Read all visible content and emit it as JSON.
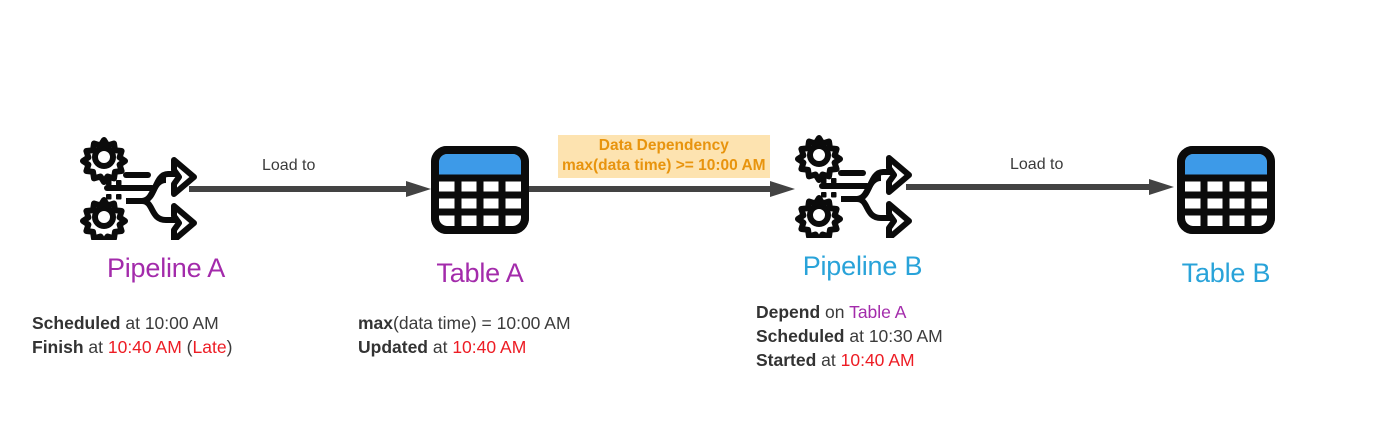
{
  "diagram": {
    "title_colors": {
      "purple": "#a32bab",
      "cyan": "#29a3d9",
      "red": "#ed1c24",
      "dark": "#3b3b3b",
      "arrow": "#434343",
      "table_header_blue": "#3d9ae8",
      "callout_bg": "#fde3b0",
      "callout_text": "#e8940e"
    },
    "nodes": [
      {
        "id": "pipeline-a",
        "icon": "pipeline-gears-arrows-icon",
        "label": "Pipeline A",
        "label_color": "purple",
        "details": [
          {
            "bold": "Scheduled",
            "rest": " at 10:00 AM"
          },
          {
            "bold": "Finish",
            "rest": " at ",
            "red": "10:40 AM",
            "tail_open": " (",
            "tail_red": "Late",
            "tail_close": ")"
          }
        ]
      },
      {
        "id": "table-a",
        "icon": "table-grid-icon",
        "label": "Table A",
        "label_color": "purple",
        "details": [
          {
            "bold": "max",
            "rest": "(data time) = 10:00 AM"
          },
          {
            "bold": "Updated",
            "rest": " at ",
            "red": "10:40 AM"
          }
        ]
      },
      {
        "id": "pipeline-b",
        "icon": "pipeline-gears-arrows-icon",
        "label": "Pipeline B",
        "label_color": "cyan",
        "details": [
          {
            "bold": "Depend",
            "rest": " on ",
            "purple": "Table A"
          },
          {
            "bold": "Scheduled",
            "rest": " at  10:30 AM"
          },
          {
            "bold": "Started",
            "rest": " at ",
            "red": "10:40 AM"
          }
        ]
      },
      {
        "id": "table-b",
        "icon": "table-grid-icon",
        "label": "Table B",
        "label_color": "cyan",
        "details": []
      }
    ],
    "edges": [
      {
        "id": "edge-a-to-table-a",
        "label": "Load to",
        "from": "pipeline-a",
        "to": "table-a"
      },
      {
        "id": "edge-table-a-to-b",
        "label": "",
        "from": "table-a",
        "to": "pipeline-b"
      },
      {
        "id": "edge-b-to-table-b",
        "label": "Load to",
        "from": "pipeline-b",
        "to": "table-b"
      }
    ],
    "callout": {
      "line1": "Data Dependency",
      "line2": "max(data time) >= 10:00 AM"
    }
  }
}
